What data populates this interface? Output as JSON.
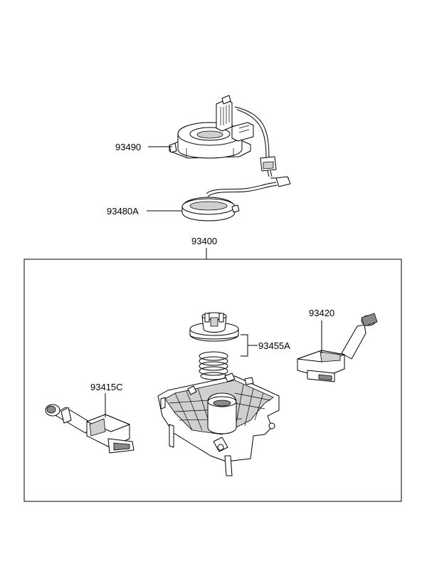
{
  "diagram": {
    "labels": {
      "clock_spring": "93490",
      "contact_plate": "93480A",
      "switch_assembly": "93400",
      "lighting_switch": "93415C",
      "wiper_switch": "93420",
      "cancel_cam": "93455A"
    },
    "colors": {
      "line": "#000000",
      "background": "#ffffff",
      "shade": "#cfcfcf",
      "dark_shade": "#8a8a8a"
    }
  }
}
